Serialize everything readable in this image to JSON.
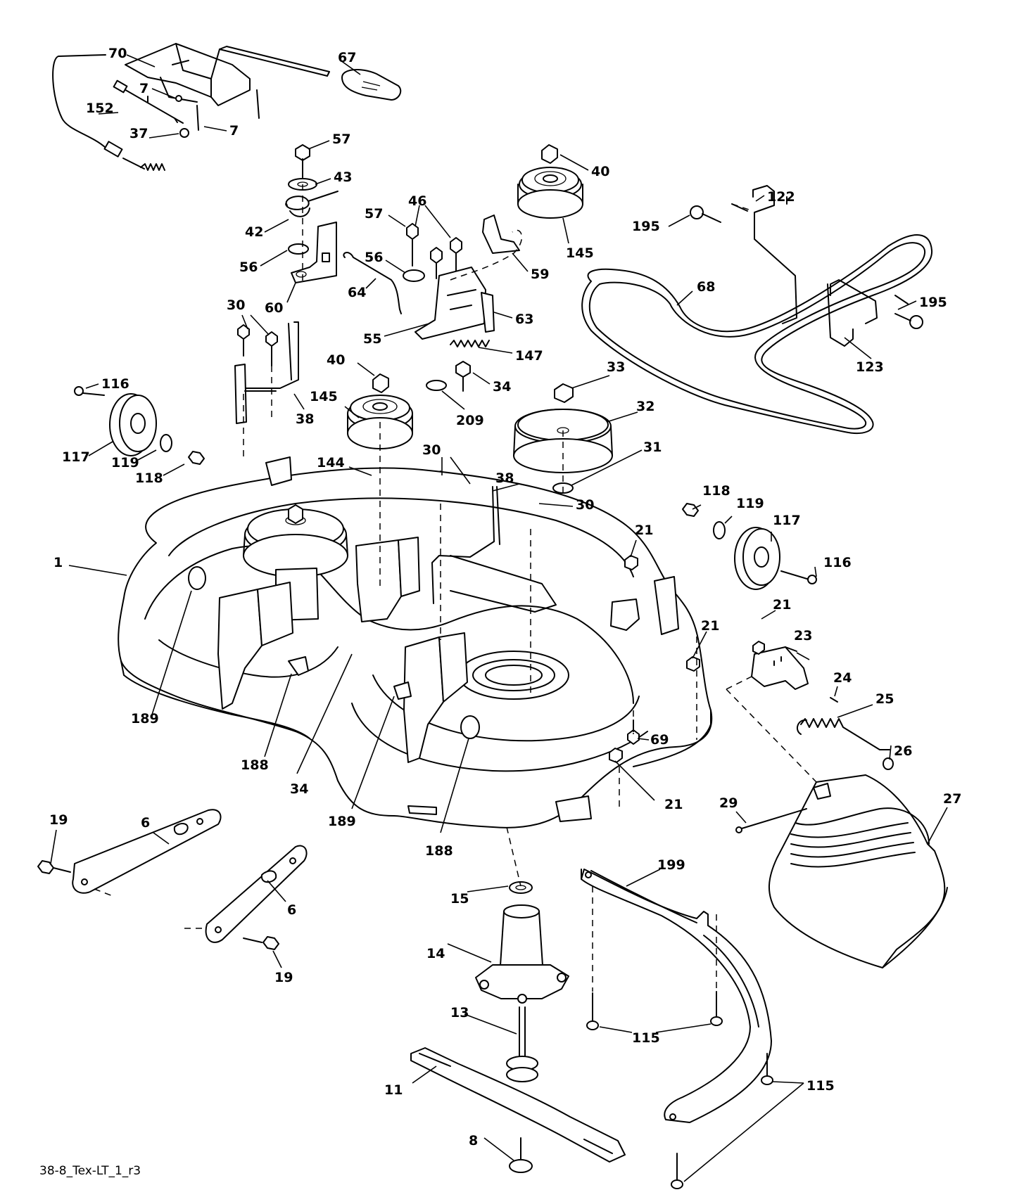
{
  "drawing_ref": "38-8_Tex-LT_1_r3",
  "callouts": [
    {
      "id": "c-70",
      "text": "70"
    },
    {
      "id": "c-67",
      "text": "67"
    },
    {
      "id": "c-7a",
      "text": "7"
    },
    {
      "id": "c-152",
      "text": "152"
    },
    {
      "id": "c-7b",
      "text": "7"
    },
    {
      "id": "c-37",
      "text": "37"
    },
    {
      "id": "c-57a",
      "text": "57"
    },
    {
      "id": "c-43",
      "text": "43"
    },
    {
      "id": "c-42",
      "text": "42"
    },
    {
      "id": "c-56a",
      "text": "56"
    },
    {
      "id": "c-60",
      "text": "60"
    },
    {
      "id": "c-64",
      "text": "64"
    },
    {
      "id": "c-46",
      "text": "46"
    },
    {
      "id": "c-57b",
      "text": "57"
    },
    {
      "id": "c-56b",
      "text": "56"
    },
    {
      "id": "c-55",
      "text": "55"
    },
    {
      "id": "c-59",
      "text": "59"
    },
    {
      "id": "c-63",
      "text": "63"
    },
    {
      "id": "c-147",
      "text": "147"
    },
    {
      "id": "c-34a",
      "text": "34"
    },
    {
      "id": "c-209",
      "text": "209"
    },
    {
      "id": "c-40a",
      "text": "40"
    },
    {
      "id": "c-145a",
      "text": "145"
    },
    {
      "id": "c-122",
      "text": "122"
    },
    {
      "id": "c-195a",
      "text": "195"
    },
    {
      "id": "c-68",
      "text": "68"
    },
    {
      "id": "c-195b",
      "text": "195"
    },
    {
      "id": "c-123",
      "text": "123"
    },
    {
      "id": "c-30a",
      "text": "30"
    },
    {
      "id": "c-38a",
      "text": "38"
    },
    {
      "id": "c-116a",
      "text": "116"
    },
    {
      "id": "c-117a",
      "text": "117"
    },
    {
      "id": "c-119a",
      "text": "119"
    },
    {
      "id": "c-118a",
      "text": "118"
    },
    {
      "id": "c-40b",
      "text": "40"
    },
    {
      "id": "c-145b",
      "text": "145"
    },
    {
      "id": "c-33",
      "text": "33"
    },
    {
      "id": "c-32",
      "text": "32"
    },
    {
      "id": "c-31",
      "text": "31"
    },
    {
      "id": "c-144",
      "text": "144"
    },
    {
      "id": "c-30b",
      "text": "30"
    },
    {
      "id": "c-38b",
      "text": "38"
    },
    {
      "id": "c-30c",
      "text": "30"
    },
    {
      "id": "c-118b",
      "text": "118"
    },
    {
      "id": "c-119b",
      "text": "119"
    },
    {
      "id": "c-117b",
      "text": "117"
    },
    {
      "id": "c-116b",
      "text": "116"
    },
    {
      "id": "c-21a",
      "text": "21"
    },
    {
      "id": "c-1",
      "text": "1"
    },
    {
      "id": "c-21b",
      "text": "21"
    },
    {
      "id": "c-21c",
      "text": "21"
    },
    {
      "id": "c-23",
      "text": "23"
    },
    {
      "id": "c-24",
      "text": "24"
    },
    {
      "id": "c-25",
      "text": "25"
    },
    {
      "id": "c-189a",
      "text": "189"
    },
    {
      "id": "c-188a",
      "text": "188"
    },
    {
      "id": "c-34b",
      "text": "34"
    },
    {
      "id": "c-189b",
      "text": "189"
    },
    {
      "id": "c-188b",
      "text": "188"
    },
    {
      "id": "c-69",
      "text": "69"
    },
    {
      "id": "c-21d",
      "text": "21"
    },
    {
      "id": "c-26",
      "text": "26"
    },
    {
      "id": "c-29",
      "text": "29"
    },
    {
      "id": "c-27",
      "text": "27"
    },
    {
      "id": "c-19a",
      "text": "19"
    },
    {
      "id": "c-6a",
      "text": "6"
    },
    {
      "id": "c-6b",
      "text": "6"
    },
    {
      "id": "c-19b",
      "text": "19"
    },
    {
      "id": "c-15",
      "text": "15"
    },
    {
      "id": "c-199",
      "text": "199"
    },
    {
      "id": "c-14",
      "text": "14"
    },
    {
      "id": "c-13",
      "text": "13"
    },
    {
      "id": "c-115a",
      "text": "115"
    },
    {
      "id": "c-11",
      "text": "11"
    },
    {
      "id": "c-115b",
      "text": "115"
    },
    {
      "id": "c-8",
      "text": "8"
    }
  ]
}
